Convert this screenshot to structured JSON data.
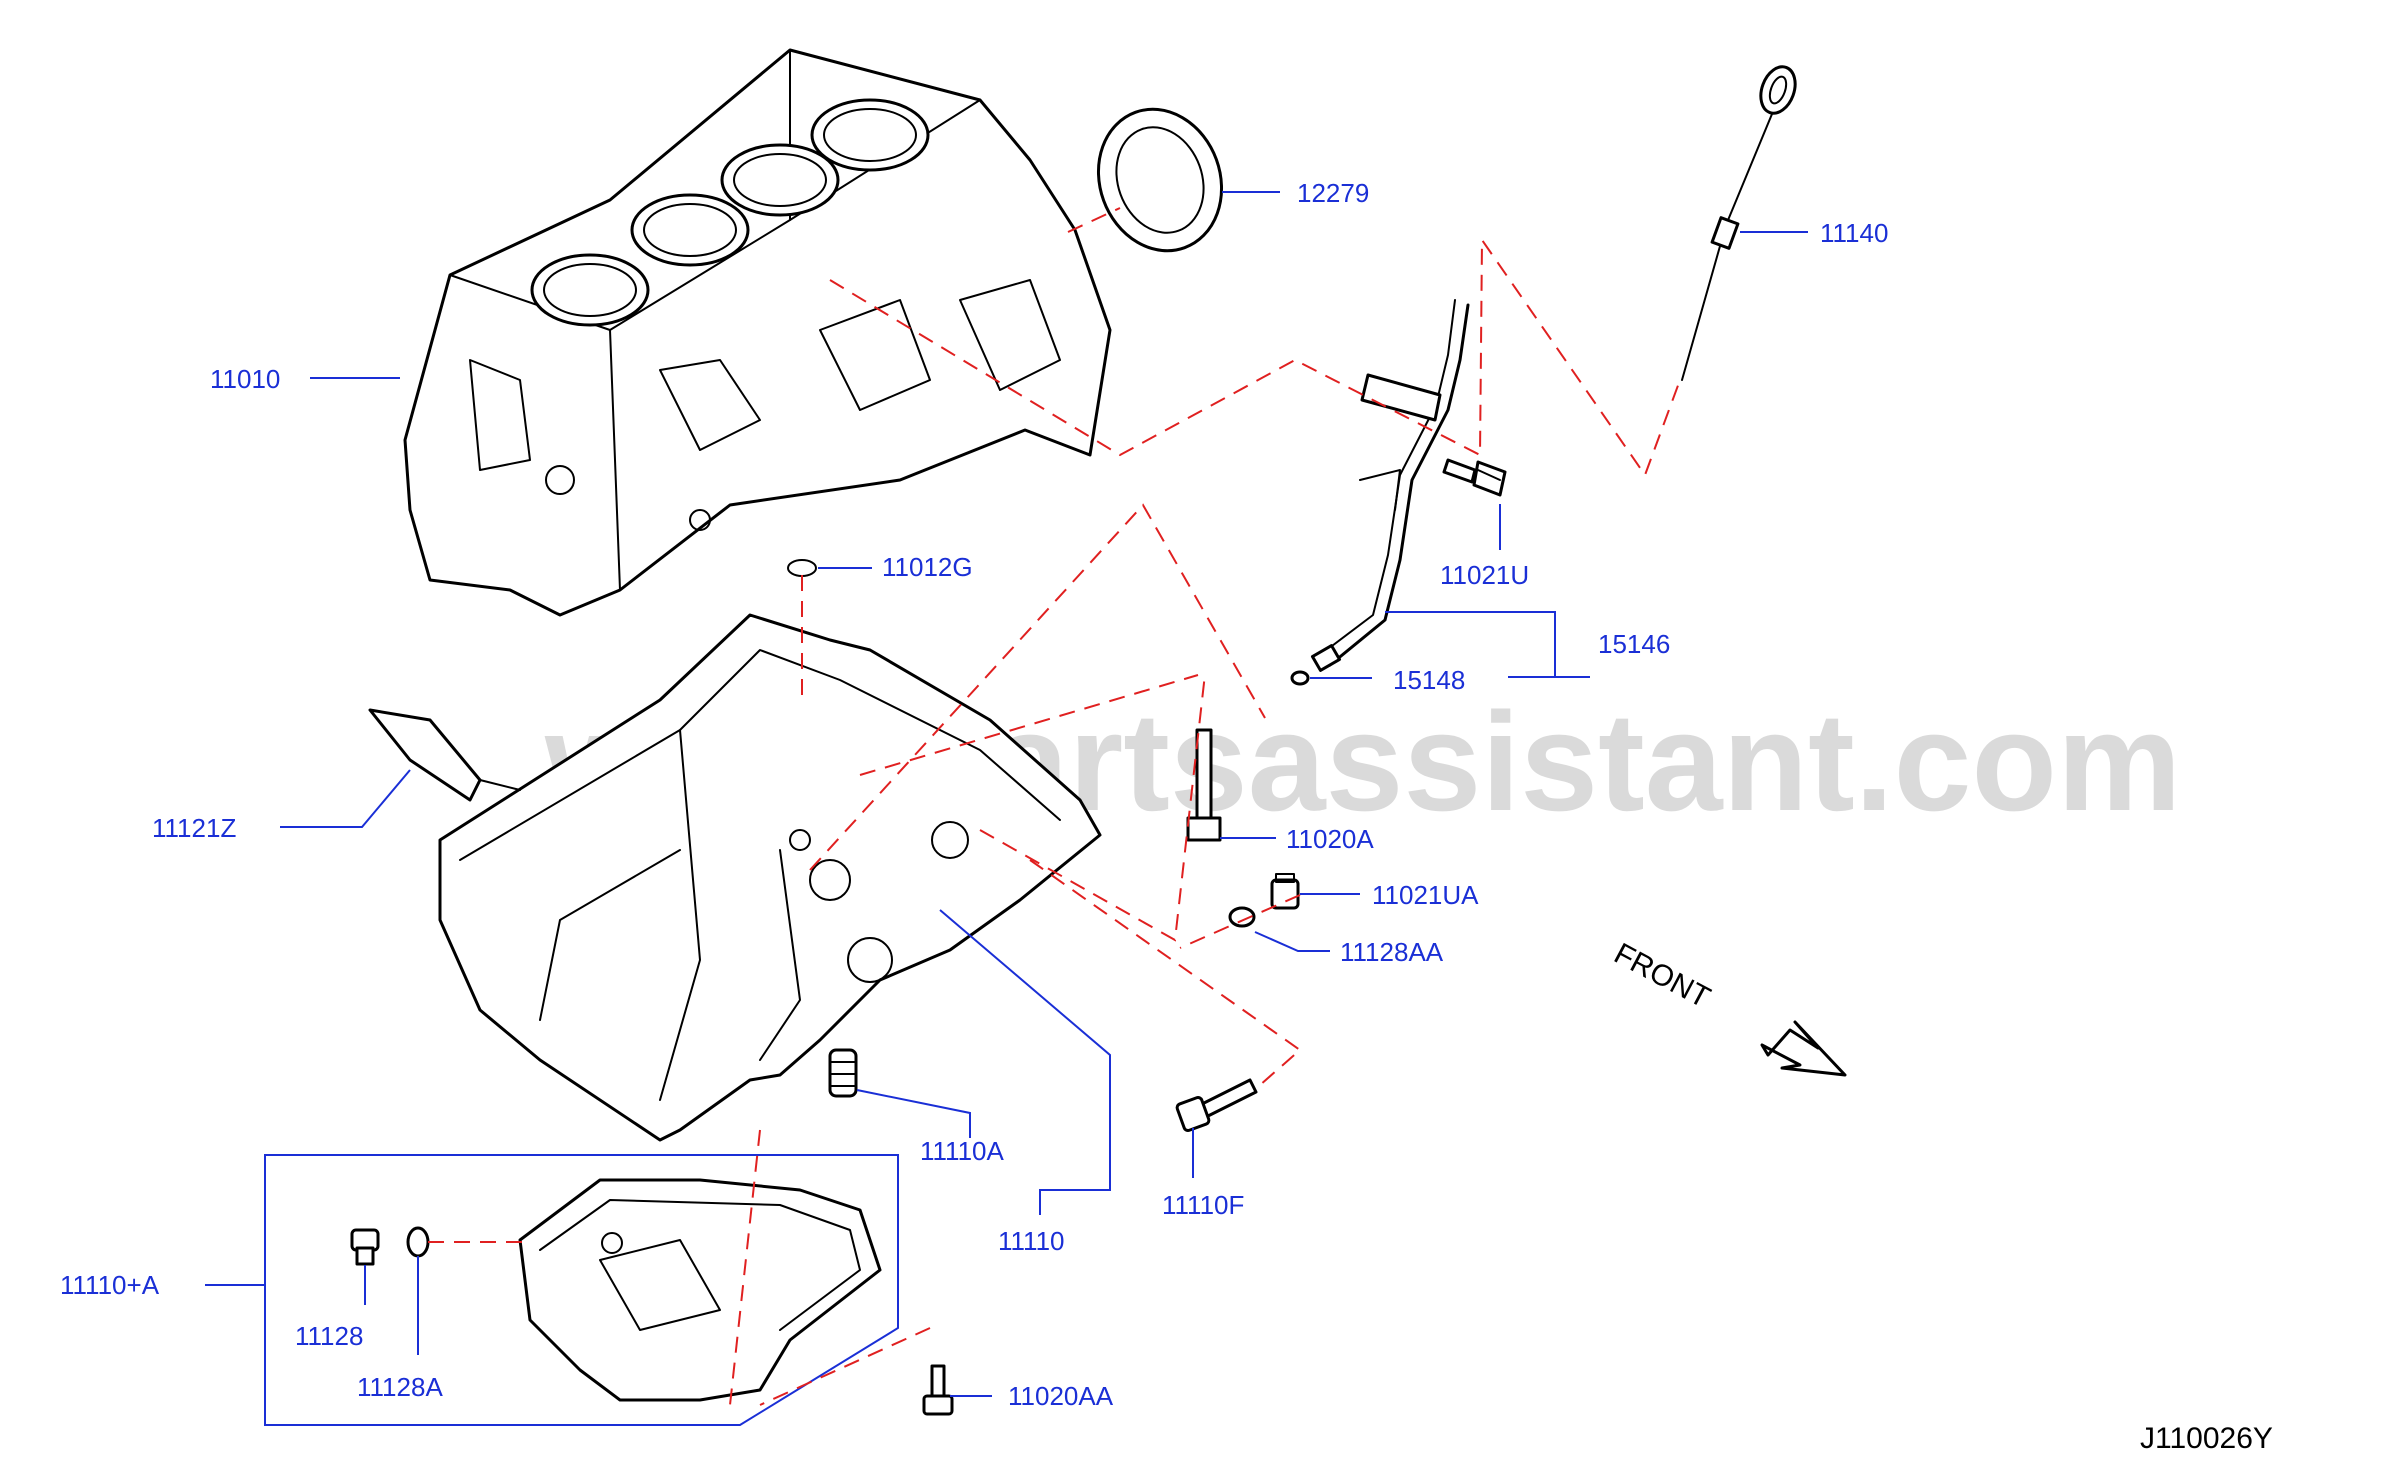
{
  "watermark": "www.partsassistant.com",
  "diagram_code": "J110026Y",
  "front_label": "FRONT",
  "callouts": {
    "c11010": "11010",
    "c12279": "12279",
    "c11140": "11140",
    "c11021U": "11021U",
    "c15146": "15146",
    "c15148": "15148",
    "c11012G": "11012G",
    "c11121Z": "11121Z",
    "c11020A": "11020A",
    "c11021UA": "11021UA",
    "c11128AA": "11128AA",
    "c11110A": "11110A",
    "c11110": "11110",
    "c11110F": "11110F",
    "c11110plusA": "11110+A",
    "c11128": "11128",
    "c11128A": "11128A",
    "c11020AA": "11020AA"
  },
  "colors": {
    "callout": "#1a2fd6",
    "dashed_guide": "#e02020",
    "watermark": "#d2d2d2"
  }
}
